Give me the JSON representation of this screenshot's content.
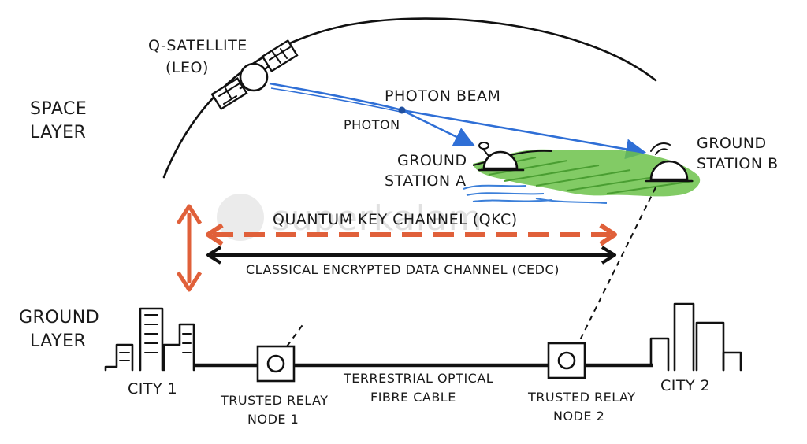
{
  "layers": {
    "space_line1": "SPACE",
    "space_line2": "LAYER",
    "ground_line1": "GROUND",
    "ground_line2": "LAYER"
  },
  "satellite": {
    "line1": "Q-SATELLITE",
    "line2": "(LEO)"
  },
  "beam": {
    "photon_beam": "PHOTON BEAM",
    "photon": "PHOTON",
    "color": "#2f6fd6"
  },
  "stations": {
    "a_line1": "GROUND",
    "a_line2": "STATION A",
    "b_line1": "GROUND",
    "b_line2": "STATION B"
  },
  "channels": {
    "qkc": "QUANTUM KEY CHANNEL (QKC)",
    "cedc": "CLASSICAL ENCRYPTED DATA CHANNEL (CEDC)",
    "qkc_color": "#e0603a"
  },
  "ground": {
    "city1": "CITY 1",
    "city2": "CITY 2",
    "relay1_line1": "TRUSTED RELAY",
    "relay1_line2": "NODE 1",
    "relay2_line1": "TRUSTED RELAY",
    "relay2_line2": "NODE 2",
    "cable_line1": "TERRESTRIAL OPTICAL",
    "cable_line2": "FIBRE CABLE"
  },
  "colors": {
    "land": "#6cc24a",
    "water": "#3b7fd9"
  },
  "watermark": "superkalam"
}
